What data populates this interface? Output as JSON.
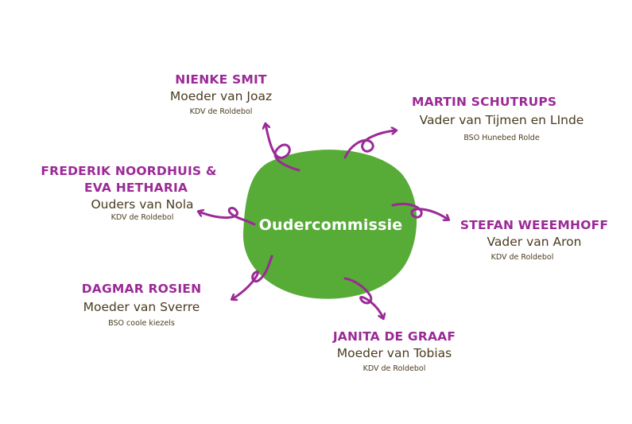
{
  "center": {
    "label": "Oudercommissie"
  },
  "colors": {
    "blob": "#57ab37",
    "arrow": "#9b2a97",
    "name": "#9b2a97",
    "text": "#4a3b1f"
  },
  "members": [
    {
      "name": "NIENKE SMIT",
      "role": "Moeder van Joaz",
      "group": "KDV de Roldebol"
    },
    {
      "name": "MARTIN SCHUTRUPS",
      "role": "Vader van Tijmen en LInde",
      "group": "BSO Hunebed Rolde"
    },
    {
      "name_line1": "FREDERIK NOORDHUIS &",
      "name_line2": "EVA HETHARIA",
      "role": "Ouders van Nola",
      "group": "KDV de Roldebol"
    },
    {
      "name": "STEFAN WEEEMHOFF",
      "role": "Vader van Aron",
      "group": "KDV de Roldebol"
    },
    {
      "name": "DAGMAR ROSIEN",
      "role": "Moeder van Sverre",
      "group": "BSO coole kiezels"
    },
    {
      "name": "JANITA DE GRAAF",
      "role": "Moeder van Tobias",
      "group": "KDV de Roldebol"
    }
  ]
}
